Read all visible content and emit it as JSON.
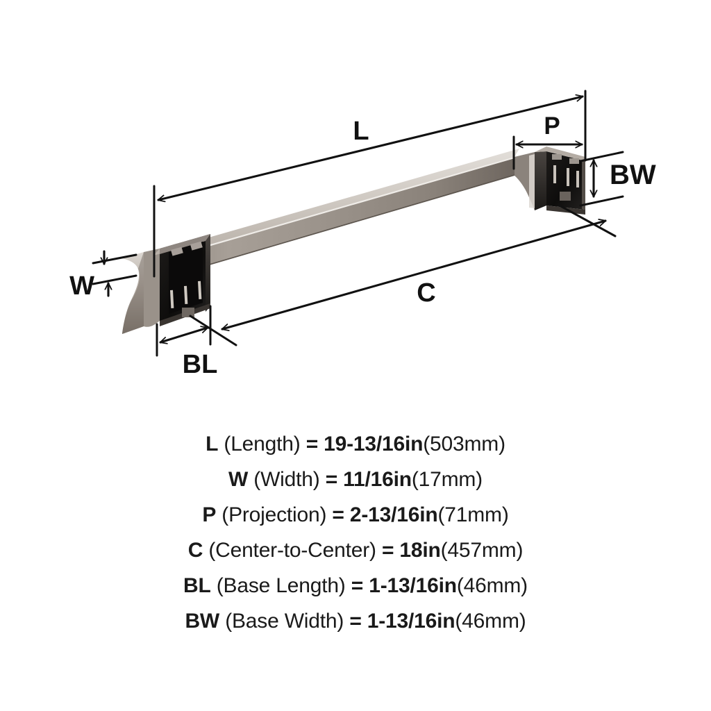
{
  "product": {
    "type": "towel-bar-dimension-diagram",
    "finish_color": "#9c948c",
    "bracket_color": "#181818",
    "line_color": "#111111",
    "background": "#ffffff"
  },
  "diagram": {
    "labels": {
      "length": "L",
      "width": "W",
      "projection": "P",
      "center_to_center": "C",
      "base_length": "BL",
      "base_width": "BW"
    }
  },
  "legend": {
    "rows": [
      {
        "code": "L",
        "name": "(Length)",
        "eq": "=",
        "value": "19-13/16in",
        "metric": "(503mm)"
      },
      {
        "code": "W",
        "name": "(Width)",
        "eq": "=",
        "value": "11/16in",
        "metric": "(17mm)"
      },
      {
        "code": "P",
        "name": "(Projection)",
        "eq": "=",
        "value": "2-13/16in",
        "metric": "(71mm)"
      },
      {
        "code": "C",
        "name": "(Center-to-Center)",
        "eq": "=",
        "value": "18in",
        "metric": "(457mm)"
      },
      {
        "code": "BL",
        "name": "(Base Length)",
        "eq": "=",
        "value": "1-13/16in",
        "metric": "(46mm)"
      },
      {
        "code": "BW",
        "name": "(Base Width)",
        "eq": "=",
        "value": "1-13/16in",
        "metric": "(46mm)"
      }
    ]
  }
}
